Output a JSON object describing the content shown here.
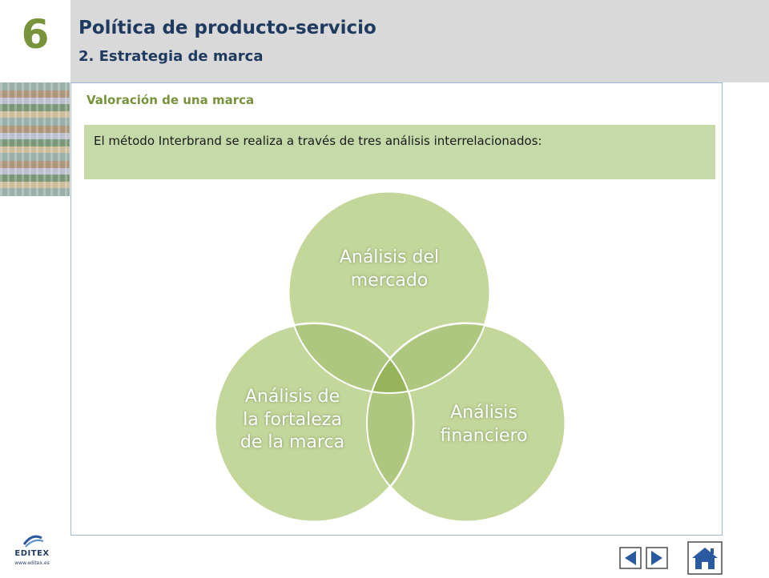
{
  "header": {
    "chapter_number": "6",
    "title": "Política de producto-servicio",
    "subtitle": "2. Estrategia de marca"
  },
  "content": {
    "section_heading": "Valoración de una marca",
    "intro": "El método Interbrand se realiza a través de tres análisis interrelacionados:"
  },
  "diagram": {
    "circles": [
      {
        "lines": [
          "Análisis del",
          "mercado"
        ]
      },
      {
        "lines": [
          "Análisis",
          "financiero"
        ]
      },
      {
        "lines": [
          "Análisis de",
          "la fortaleza",
          "de la marca"
        ]
      }
    ]
  },
  "footer": {
    "logo_name": "EDITEX",
    "logo_url": "www.editex.es",
    "icons": {
      "prev": "triangle-left-icon",
      "next": "triangle-right-icon",
      "home": "home-icon"
    }
  },
  "colors": {
    "accent": "#77933c",
    "circle_fill": "#c4d79b",
    "overlap_two": "#a9c378",
    "overlap_center": "#8faf52",
    "title": "#1f3a5f",
    "header_bg": "#d9d9d9",
    "nav_blue": "#2c5aa0"
  }
}
